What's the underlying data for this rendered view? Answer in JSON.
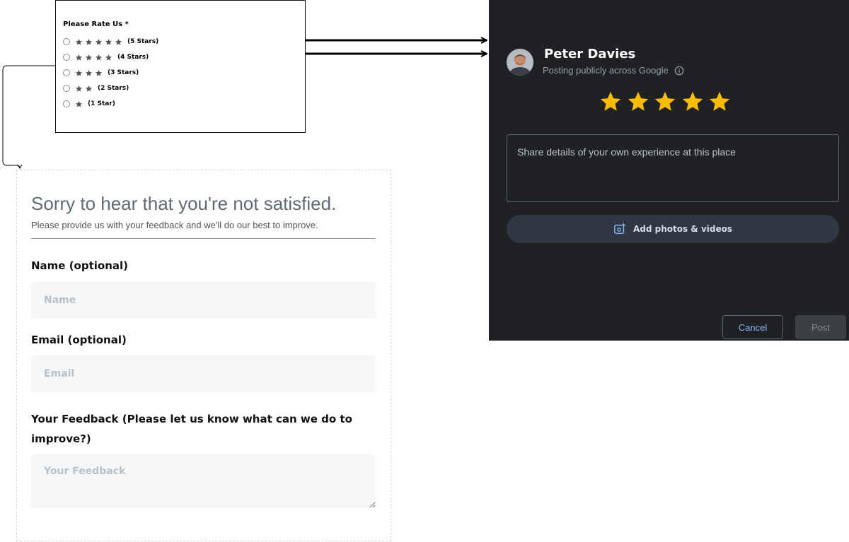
{
  "rating_form": {
    "title": "Please Rate Us *",
    "options": [
      {
        "label": "(5 Stars)",
        "stars": 5
      },
      {
        "label": "(4 Stars)",
        "stars": 4
      },
      {
        "label": "(3 Stars)",
        "stars": 3
      },
      {
        "label": "(2 Stars)",
        "stars": 2
      },
      {
        "label": "(1 Star)",
        "stars": 1
      }
    ],
    "star_color": "#555555"
  },
  "feedback_form": {
    "heading": "Sorry to hear that you're not satisfied.",
    "subheading": "Please provide us with your feedback and we'll do our best to improve.",
    "name_label": "Name (optional)",
    "name_placeholder": "Name",
    "email_label": "Email (optional)",
    "email_placeholder": "Email",
    "feedback_label": "Your Feedback (Please let us know what can we do to improve?)",
    "feedback_placeholder": "Your Feedback"
  },
  "google_review": {
    "user_name": "Peter  Davies",
    "posting_text": "Posting publicly across Google",
    "rating": 5,
    "star_color": "#fbbc04",
    "textarea_placeholder": "Share details of your own experience at this place",
    "add_media_label": "Add photos & videos",
    "cancel_label": "Cancel",
    "post_label": "Post",
    "background": "#202124",
    "accent": "#8ab4f8"
  }
}
